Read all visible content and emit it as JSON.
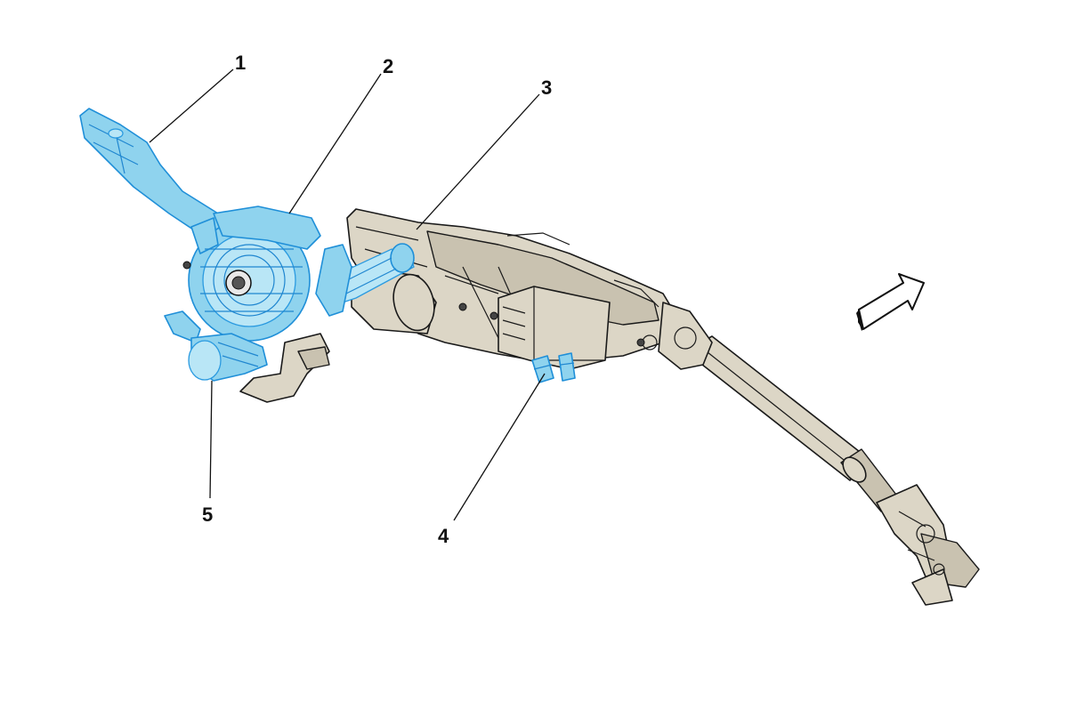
{
  "diagram": {
    "callouts": [
      {
        "id": "1",
        "label": "1",
        "highlighted": true
      },
      {
        "id": "2",
        "label": "2",
        "highlighted": true
      },
      {
        "id": "3",
        "label": "3",
        "highlighted": false
      },
      {
        "id": "4",
        "label": "4",
        "highlighted": true
      },
      {
        "id": "5",
        "label": "5",
        "highlighted": true
      }
    ],
    "direction_arrow": "forward-arrow-icon",
    "colors": {
      "highlight_fill": "#8fd3ee",
      "highlight_stroke": "#1f8fd8",
      "part_fill": "#dcd6c6",
      "outline": "#1a1a1a",
      "background": "#ffffff"
    }
  }
}
